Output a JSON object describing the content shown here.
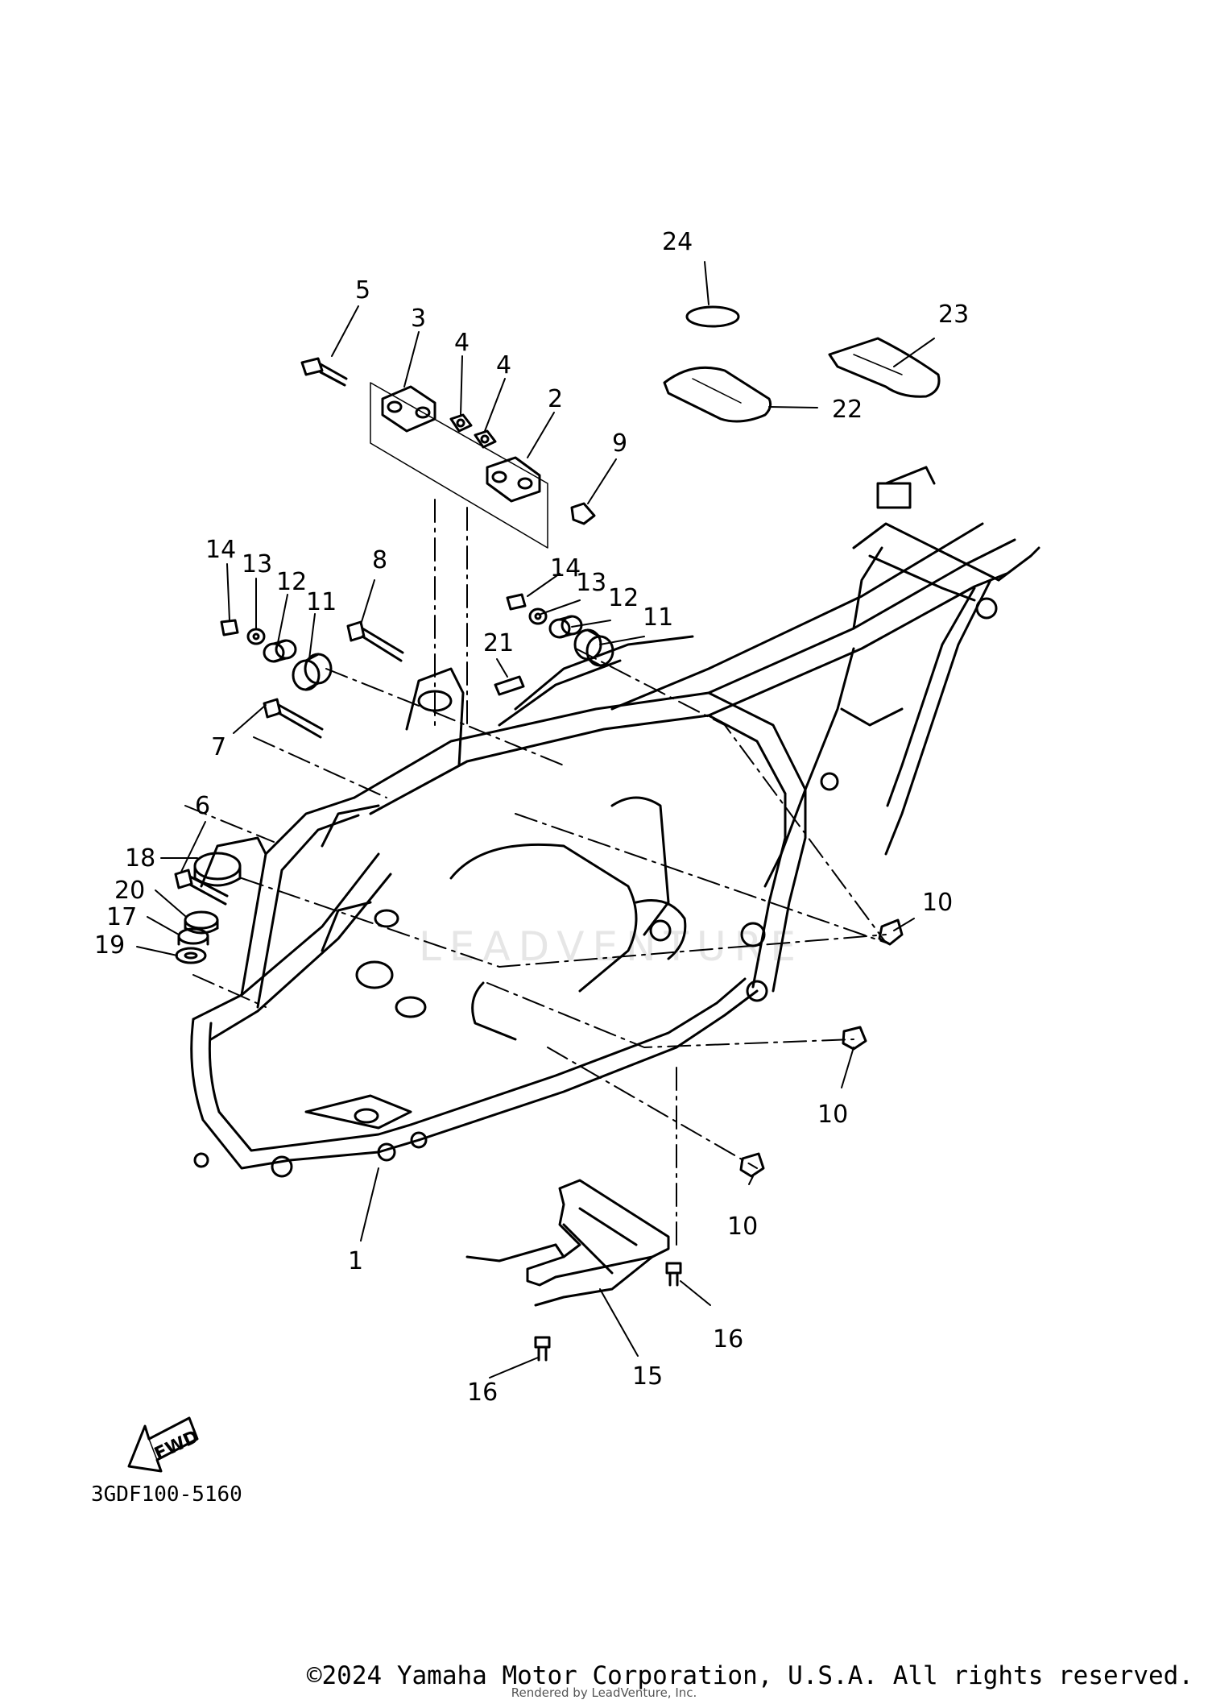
{
  "diagram": {
    "callouts": [
      "1",
      "2",
      "3",
      "4",
      "4",
      "5",
      "6",
      "7",
      "8",
      "9",
      "10",
      "10",
      "10",
      "11",
      "11",
      "12",
      "12",
      "13",
      "13",
      "14",
      "14",
      "15",
      "16",
      "16",
      "17",
      "18",
      "19",
      "20",
      "21",
      "22",
      "23",
      "24"
    ],
    "fwd_label": "FWD",
    "part_code": "3GDF100-5160",
    "watermark": "LEADVENTURE"
  },
  "footer": {
    "copyright": "©2024 Yamaha Motor Corporation, U.S.A. All rights reserved.",
    "rendered_by": "Rendered by LeadVenture, Inc."
  }
}
